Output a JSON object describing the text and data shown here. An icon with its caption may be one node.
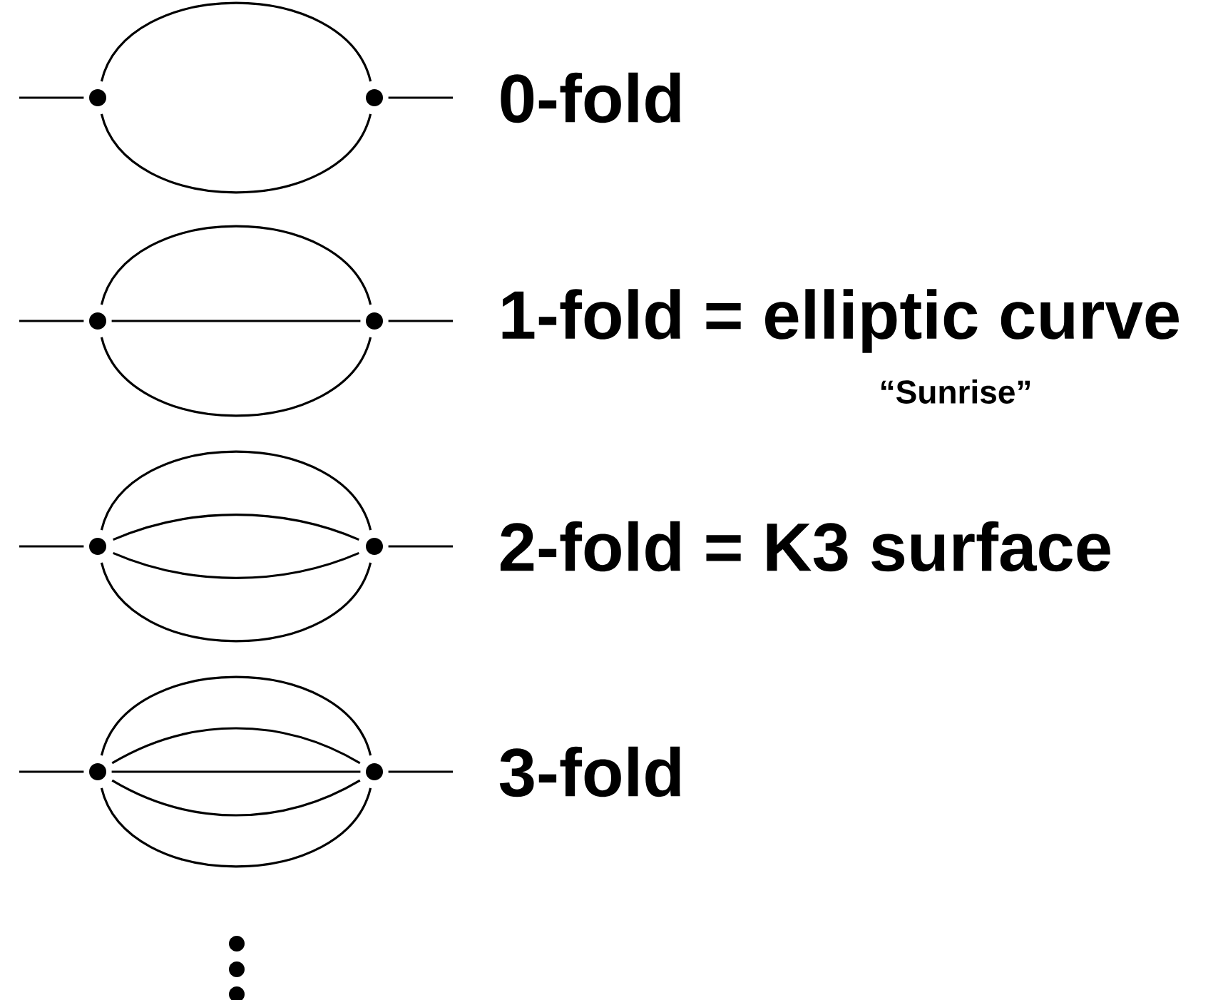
{
  "diagram": {
    "nodes": [
      {
        "text": [],
        "shape": "circle"
      },
      {
        "text": [],
        "shape": "circle"
      },
      {
        "text": [],
        "shape": "circle"
      },
      {
        "text": [],
        "shape": "circle"
      },
      {
        "text": [],
        "shape": "circle"
      },
      {
        "text": [],
        "shape": "circle"
      },
      {
        "text": [],
        "shape": "circle"
      },
      {
        "text": [],
        "shape": "circle"
      }
    ],
    "edges": [
      {
        "from": null,
        "to": 0,
        "arrow": "none"
      },
      {
        "from": 0,
        "to": 1,
        "arrow": "none"
      },
      {
        "from": 0,
        "to": 1,
        "arrow": "none"
      },
      {
        "from": 1,
        "to": null,
        "arrow": "none"
      },
      {
        "from": null,
        "to": 2,
        "arrow": "none"
      },
      {
        "from": 2,
        "to": 3,
        "arrow": "none"
      },
      {
        "from": 2,
        "to": 3,
        "arrow": "none"
      },
      {
        "from": 2,
        "to": 3,
        "arrow": "none"
      },
      {
        "from": 3,
        "to": null,
        "arrow": "none"
      },
      {
        "from": null,
        "to": 4,
        "arrow": "none"
      },
      {
        "from": 4,
        "to": 5,
        "arrow": "none"
      },
      {
        "from": 4,
        "to": 5,
        "arrow": "none"
      },
      {
        "from": 4,
        "to": 5,
        "arrow": "none"
      },
      {
        "from": 4,
        "to": 5,
        "arrow": "none"
      },
      {
        "from": 5,
        "to": null,
        "arrow": "none"
      },
      {
        "from": null,
        "to": 6,
        "arrow": "none"
      },
      {
        "from": 6,
        "to": 7,
        "arrow": "none"
      },
      {
        "from": 6,
        "to": 7,
        "arrow": "none"
      },
      {
        "from": 6,
        "to": 7,
        "arrow": "none"
      },
      {
        "from": 6,
        "to": 7,
        "arrow": "none"
      },
      {
        "from": 6,
        "to": 7,
        "arrow": "none"
      },
      {
        "from": 7,
        "to": null,
        "arrow": "none"
      }
    ],
    "labels": [
      "0-fold",
      "1-fold = elliptic curve",
      "“Sunrise”",
      "2-fold = K3 surface",
      "3-fold"
    ]
  }
}
